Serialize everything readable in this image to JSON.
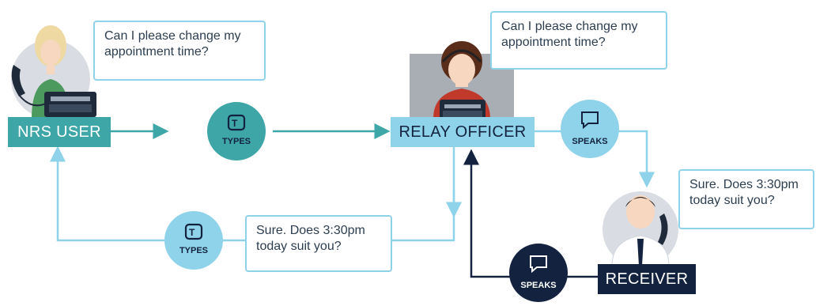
{
  "nodes": {
    "nrs_user": "NRS USER",
    "relay_officer": "RELAY OFFICER",
    "receiver": "RECEIVER"
  },
  "actions": {
    "types_top": "TYPES",
    "types_bottom": "TYPES",
    "speaks_right": "SPEAKS",
    "speaks_bottom": "SPEAKS"
  },
  "messages": {
    "user_request_line1": "Can I please change my",
    "user_request_line2": "appointment time?",
    "relay_request_line1": "Can I please change my",
    "relay_request_line2": "appointment time?",
    "receiver_reply_line1": "Sure. Does 3:30pm",
    "receiver_reply_line2": "today suit you?",
    "relay_reply_line1": "Sure. Does 3:30pm",
    "relay_reply_line2": "today suit you?"
  },
  "colors": {
    "teal": "#3fa6a8",
    "light_blue": "#8fd3ea",
    "navy": "#13233f",
    "bubble_border": "#8fd3ea"
  },
  "icons": [
    "telephone-icon",
    "keyboard-icon",
    "headset-icon",
    "tty-icon",
    "speech-bubble-icon"
  ]
}
